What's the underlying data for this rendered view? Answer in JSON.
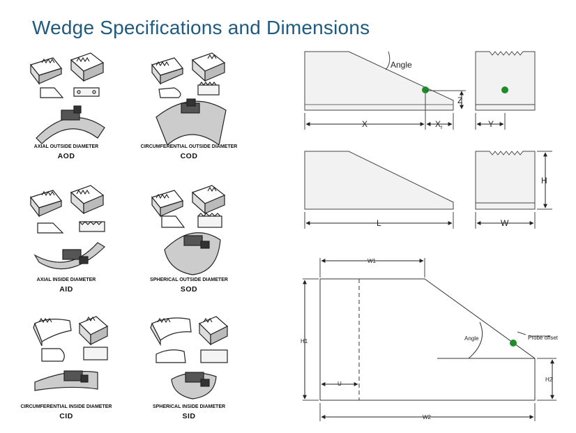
{
  "title": "Wedge Specifications and Dimensions",
  "wedge_types": [
    {
      "full": "AXIAL OUTSIDE DIAMETER",
      "abbr": "AOD"
    },
    {
      "full": "CIRCUMFERENTIAL OUTSIDE DIAMETER",
      "abbr": "COD"
    },
    {
      "full": "AXIAL INSIDE DIAMETER",
      "abbr": "AID"
    },
    {
      "full": "SPHERICAL OUTSIDE DIAMETER",
      "abbr": "SOD"
    },
    {
      "full": "CIRCUMFERENTIAL INSIDE DIAMETER",
      "abbr": "CID"
    },
    {
      "full": "SPHERICAL INSIDE DIAMETER",
      "abbr": "SID"
    }
  ],
  "diagram1": {
    "angle": "Angle",
    "z": "Z",
    "x": "X",
    "xr": "X",
    "xr_sub": "r",
    "y": "Y"
  },
  "diagram2": {
    "l": "L",
    "h": "H",
    "w": "W"
  },
  "diagram3": {
    "w1": "W1",
    "h1": "H1",
    "angle": "Angle",
    "probe_offset": "Probe offset",
    "h2": "H2",
    "u": "U",
    "w2": "W2"
  },
  "colors": {
    "title": "#1f5a7f",
    "probe_dot": "#1f8c2a",
    "line": "#333333",
    "fill": "#f2f2f2"
  }
}
